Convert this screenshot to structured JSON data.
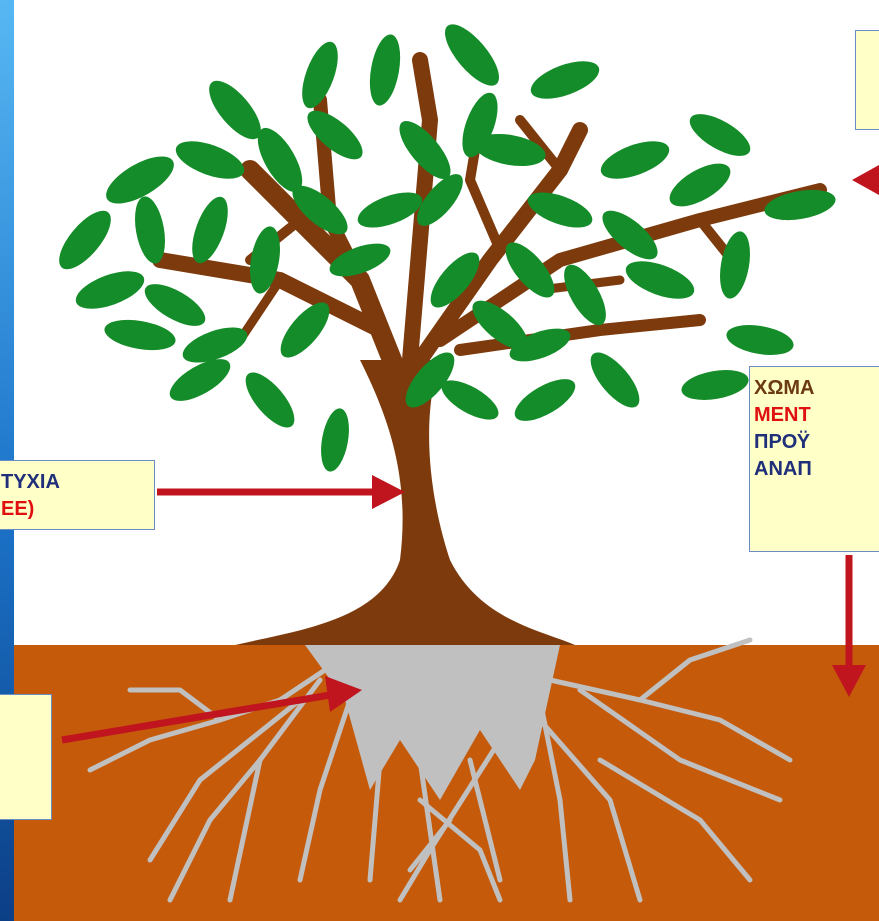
{
  "callouts": {
    "trunk": {
      "line1": "ΤΥΧΙΑ",
      "line2": "ΕΕ)"
    },
    "soil": {
      "line1": "ΧΩΜΑ",
      "line2": "ΜΕΝΤ",
      "line3": "ΠΡΟΫ",
      "line4": "ΑΝΑΠ"
    }
  },
  "colors": {
    "leaf": "#158c2a",
    "trunk": "#7d3a0c",
    "soil": "#c55a0a",
    "roots": "#c0c0c0",
    "arrow": "#c0141e",
    "callout_bg": "#ffffc8"
  }
}
